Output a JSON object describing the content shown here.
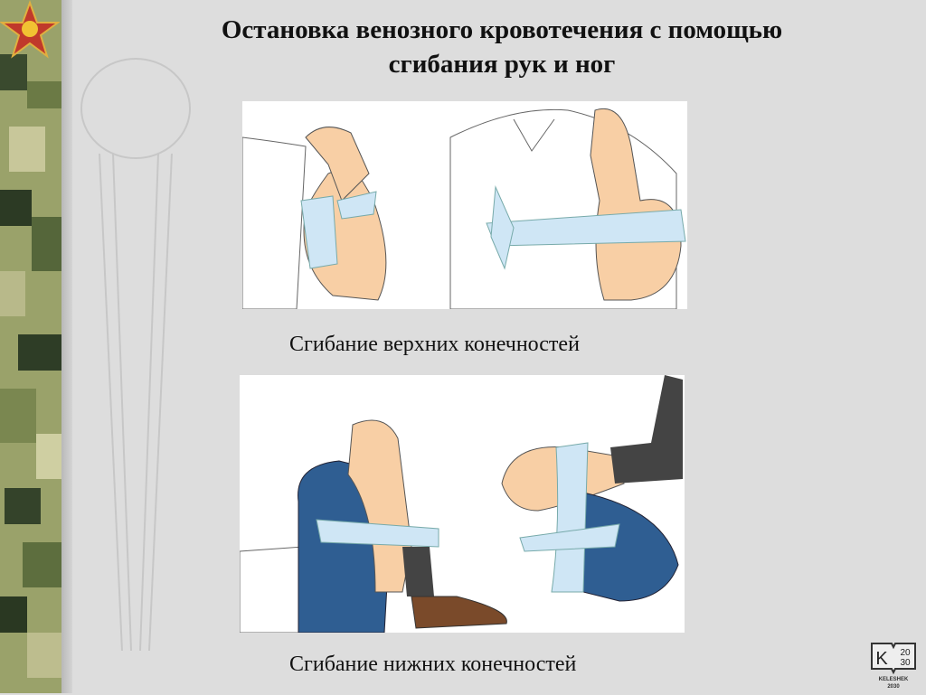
{
  "slide": {
    "title": "Остановка венозного кровотечения с помощью сгибания рук и ног",
    "title_line1": "Остановка венозного кровотечения с помощью",
    "title_line2": "сгибания рук и ног",
    "caption_upper": "Сгибание верхних конечностей",
    "caption_lower": "Сгибание нижних конечностей"
  },
  "logo": {
    "letter": "K",
    "year_top": "20",
    "year_bottom": "30",
    "name": "KELESHEK",
    "year": "2030"
  },
  "colors": {
    "background": "#dddddd",
    "skin": "#f8cfa5",
    "bandage": "#cfe6f5",
    "jeans": "#2f5e92",
    "camo": "#9aa26a"
  }
}
